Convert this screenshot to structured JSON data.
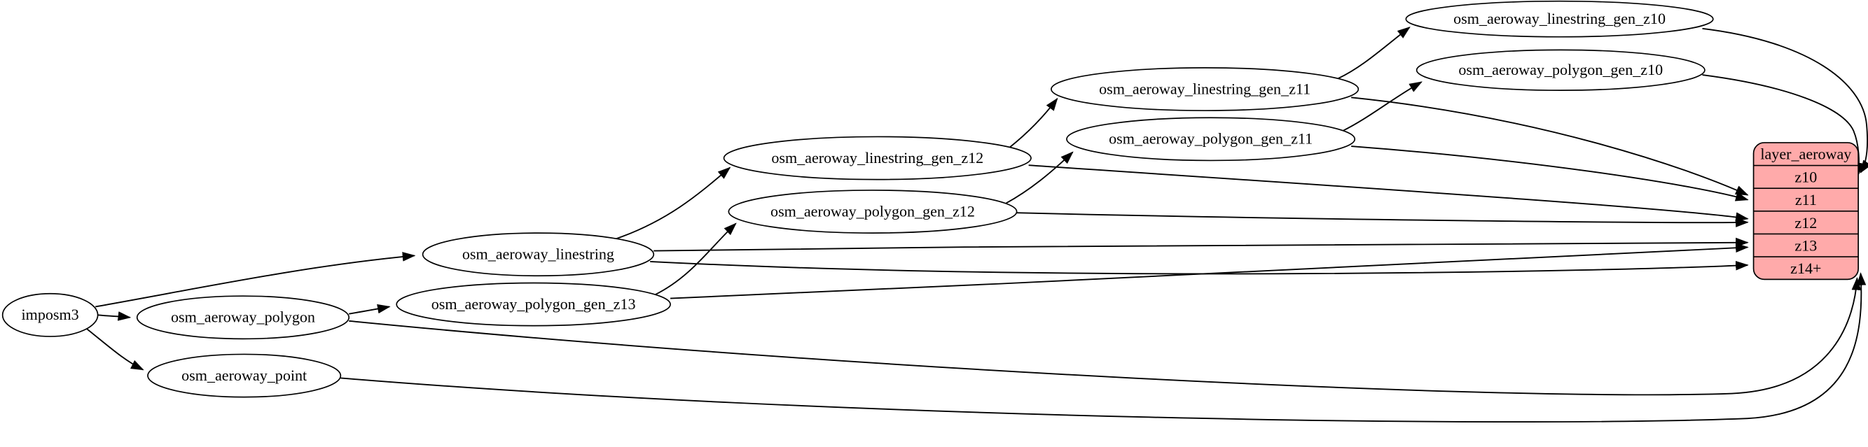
{
  "colors": {
    "layer_node_fill": "#ffaaaa",
    "table_node_fill": "#ffffff",
    "edge_color": "#000000"
  },
  "nodes": [
    {
      "id": "imposm3",
      "label": "imposm3"
    },
    {
      "id": "osm_aeroway_polygon",
      "label": "osm_aeroway_polygon"
    },
    {
      "id": "osm_aeroway_point",
      "label": "osm_aeroway_point"
    },
    {
      "id": "osm_aeroway_linestring",
      "label": "osm_aeroway_linestring"
    },
    {
      "id": "osm_aeroway_polygon_gen_z13",
      "label": "osm_aeroway_polygon_gen_z13"
    },
    {
      "id": "osm_aeroway_linestring_gen_z12",
      "label": "osm_aeroway_linestring_gen_z12"
    },
    {
      "id": "osm_aeroway_polygon_gen_z12",
      "label": "osm_aeroway_polygon_gen_z12"
    },
    {
      "id": "osm_aeroway_linestring_gen_z11",
      "label": "osm_aeroway_linestring_gen_z11"
    },
    {
      "id": "osm_aeroway_polygon_gen_z11",
      "label": "osm_aeroway_polygon_gen_z11"
    },
    {
      "id": "osm_aeroway_linestring_gen_z10",
      "label": "osm_aeroway_linestring_gen_z10"
    },
    {
      "id": "osm_aeroway_polygon_gen_z10",
      "label": "osm_aeroway_polygon_gen_z10"
    }
  ],
  "layer_table": {
    "header": "layer_aeroway",
    "rows": [
      "z10",
      "z11",
      "z12",
      "z13",
      "z14+"
    ]
  },
  "edges": [
    {
      "from": "imposm3",
      "to": "osm_aeroway_linestring"
    },
    {
      "from": "imposm3",
      "to": "osm_aeroway_polygon"
    },
    {
      "from": "imposm3",
      "to": "osm_aeroway_point"
    },
    {
      "from": "osm_aeroway_linestring",
      "to": "osm_aeroway_linestring_gen_z12"
    },
    {
      "from": "osm_aeroway_linestring_gen_z12",
      "to": "osm_aeroway_linestring_gen_z11"
    },
    {
      "from": "osm_aeroway_linestring_gen_z11",
      "to": "osm_aeroway_linestring_gen_z10"
    },
    {
      "from": "osm_aeroway_polygon",
      "to": "osm_aeroway_polygon_gen_z13"
    },
    {
      "from": "osm_aeroway_polygon_gen_z13",
      "to": "osm_aeroway_polygon_gen_z12"
    },
    {
      "from": "osm_aeroway_polygon_gen_z12",
      "to": "osm_aeroway_polygon_gen_z11"
    },
    {
      "from": "osm_aeroway_polygon_gen_z11",
      "to": "osm_aeroway_polygon_gen_z10"
    },
    {
      "from": "osm_aeroway_linestring_gen_z10",
      "to": "layer_aeroway:z10"
    },
    {
      "from": "osm_aeroway_polygon_gen_z10",
      "to": "layer_aeroway:z10"
    },
    {
      "from": "osm_aeroway_linestring_gen_z11",
      "to": "layer_aeroway:z11"
    },
    {
      "from": "osm_aeroway_polygon_gen_z11",
      "to": "layer_aeroway:z11"
    },
    {
      "from": "osm_aeroway_linestring_gen_z12",
      "to": "layer_aeroway:z12"
    },
    {
      "from": "osm_aeroway_polygon_gen_z12",
      "to": "layer_aeroway:z12"
    },
    {
      "from": "osm_aeroway_linestring",
      "to": "layer_aeroway:z13"
    },
    {
      "from": "osm_aeroway_polygon_gen_z13",
      "to": "layer_aeroway:z13"
    },
    {
      "from": "osm_aeroway_linestring",
      "to": "layer_aeroway:z14+"
    },
    {
      "from": "osm_aeroway_polygon",
      "to": "layer_aeroway:z14+"
    },
    {
      "from": "osm_aeroway_point",
      "to": "layer_aeroway:z14+"
    }
  ]
}
